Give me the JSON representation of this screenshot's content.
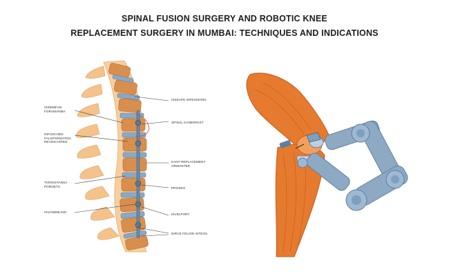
{
  "title": {
    "line1": "SPINAL FUSION SURGERY AND ROBOTIC KNEE",
    "line2": "REPLACEMENT SURGERY IN MUMBAI: TECHNIQUES AND INDICATIONS"
  },
  "left_labels": [
    {
      "text": "ISSEMIFAN FORAMANMA"
    },
    {
      "text": "INFUSCHEN FALSPORSIATEN REVIKKANTEN"
    },
    {
      "text": "THROISTANSA POROETS"
    },
    {
      "text": "ISVANDMLING"
    }
  ],
  "right_labels": [
    {
      "text": "ISSEAPE INFESSIONS"
    },
    {
      "text": "SPINAL KANERPAST"
    },
    {
      "text": "KANT REPLACEMENT ORMANTER"
    },
    {
      "text": "PROSEO"
    },
    {
      "text": "ISVELFORY"
    },
    {
      "text": "DIRCE FELION SITEOS"
    }
  ],
  "colors": {
    "bone": "#f4c38c",
    "bone_dark": "#e8a86a",
    "disc": "#7f9fbe",
    "disc_light": "#9db9d3",
    "vertebra_body": "#d88f4e",
    "muscle": "#e67a2e",
    "muscle_dark": "#c85a1c",
    "robot": "#8ea9c4",
    "robot_dark": "#5f7f9e",
    "line": "#333333"
  },
  "icons": {
    "spine": "spine-illustration",
    "knee": "knee-illustration",
    "robot_arm": "robot-arm-illustration"
  }
}
